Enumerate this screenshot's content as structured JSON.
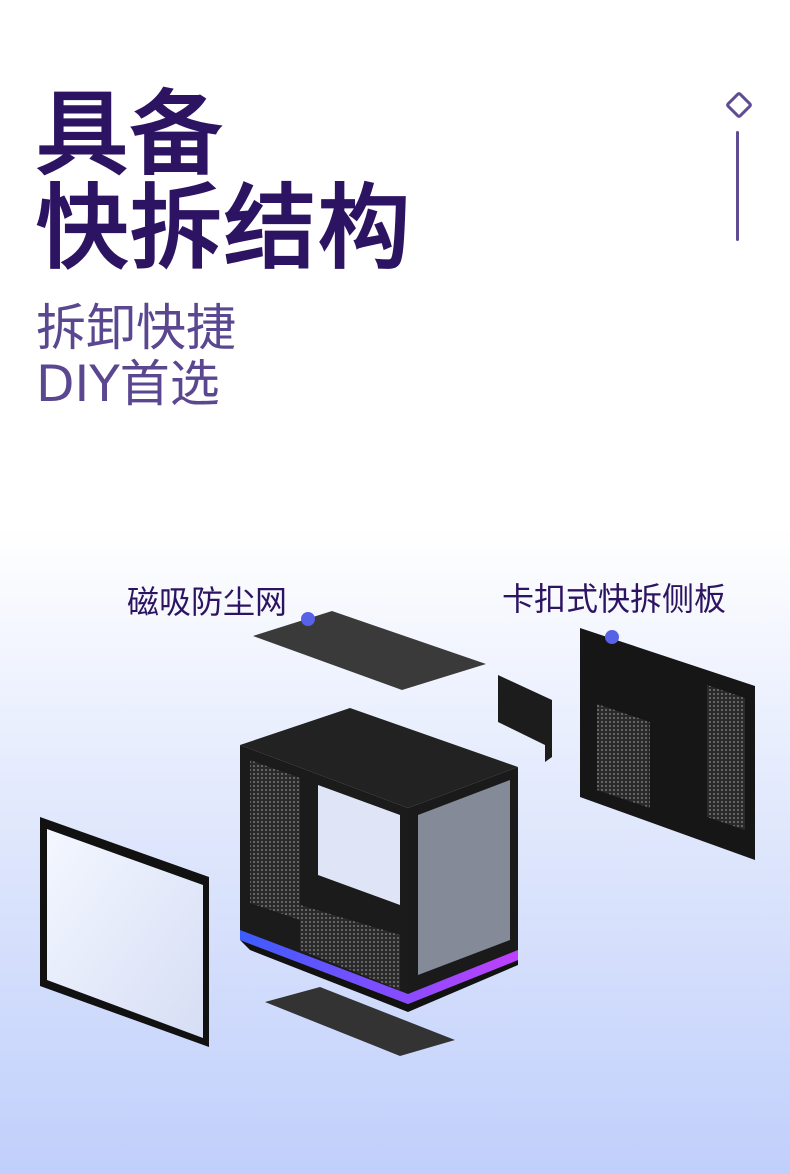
{
  "headline": {
    "line1": "具备",
    "line2": "快拆结构"
  },
  "subheadline": {
    "line1": "拆卸快捷",
    "line2": "DIY首选"
  },
  "callouts": {
    "dust_filter": "磁吸防尘网",
    "side_panel": "卡扣式快拆侧板"
  },
  "colors": {
    "headline": "#2d1462",
    "subheadline": "#5a4790",
    "accent_dot": "#5663e6",
    "rgb_strip": [
      "#3c5cff",
      "#c040ff"
    ]
  }
}
